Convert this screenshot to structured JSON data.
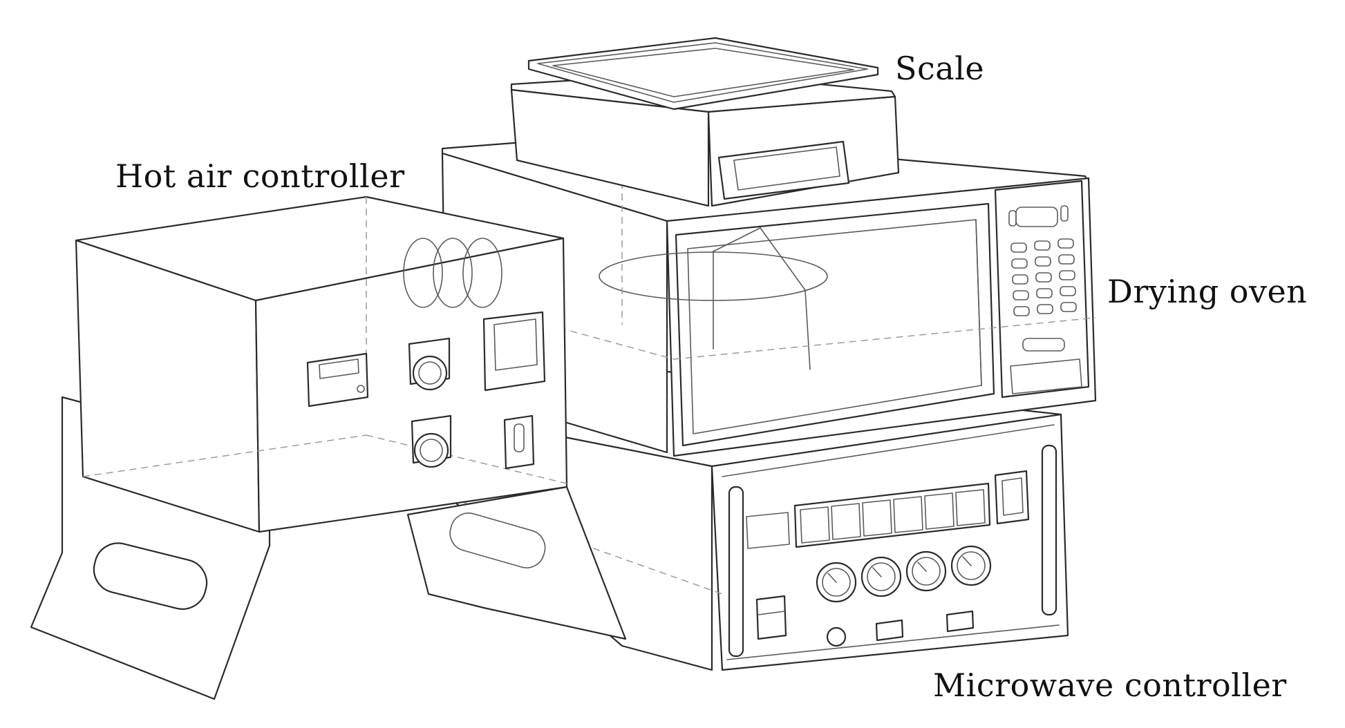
{
  "labels": {
    "scale": "Scale",
    "hot_air_controller": "Hot air controller",
    "drying_oven": "Drying oven",
    "microwave_controller": "Microwave controller"
  },
  "microwave_panel": {
    "button_labels": [
      "",
      "",
      "",
      "",
      "",
      ""
    ]
  },
  "colors": {
    "line": "#2a2a2a",
    "hidden_line": "#9a9a9a",
    "text": "#111111",
    "background": "#ffffff"
  }
}
